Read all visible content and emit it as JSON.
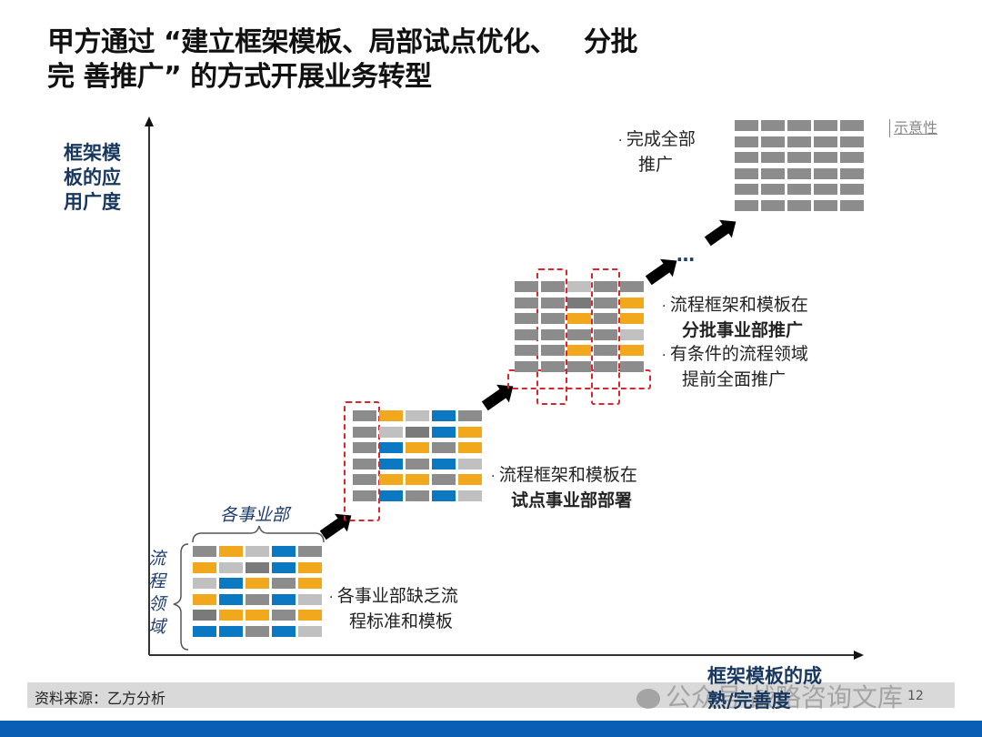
{
  "title": "甲方通过 “建立框架模板、局部试点优化、   分批\n完 善推广” 的方式开展业务转型",
  "axes": {
    "y_label": "框架模板的应用广度",
    "x_label": "框架模板的成熟/完善度"
  },
  "note": "示意性",
  "colors": {
    "dark_gray": "#8c8c8c",
    "light_gray": "#c0c0c0",
    "mid_gray": "#7a7a7a",
    "orange": "#f2a81d",
    "blue": "#0b79c1",
    "red_dash": "#d9262e",
    "axis_label": "#17375e",
    "bottom_bar": "#0a5fb4"
  },
  "stages": [
    {
      "id": "stage-1",
      "group_label_top": "各事业部",
      "group_label_left": "流程领域",
      "description": [
        "各事业部缺乏流",
        "程标准和模板"
      ],
      "grid": [
        [
          "g",
          "o",
          "l",
          "b",
          "g"
        ],
        [
          "o",
          "l",
          "m",
          "b",
          "o"
        ],
        [
          "l",
          "b",
          "o",
          "g",
          "o"
        ],
        [
          "o",
          "b",
          "g",
          "b",
          "l"
        ],
        [
          "m",
          "o",
          "o",
          "g",
          "o"
        ],
        [
          "b",
          "b",
          "g",
          "b",
          "l"
        ]
      ]
    },
    {
      "id": "stage-2",
      "description_normal": "流程框架和模板在",
      "description_bold": "试点事业部部署",
      "grid": [
        [
          "g",
          "o",
          "l",
          "b",
          "g"
        ],
        [
          "g",
          "l",
          "m",
          "b",
          "o"
        ],
        [
          "g",
          "b",
          "o",
          "g",
          "o"
        ],
        [
          "g",
          "b",
          "g",
          "b",
          "l"
        ],
        [
          "g",
          "o",
          "o",
          "g",
          "o"
        ],
        [
          "g",
          "b",
          "g",
          "b",
          "l"
        ]
      ]
    },
    {
      "id": "stage-3",
      "description_1_normal": "流程框架和模板在",
      "description_1_bold": "分批事业部推广",
      "description_2": [
        "有条件的流程领域",
        "提前全面推广"
      ],
      "ellipsis": "…",
      "grid": [
        [
          "g",
          "g",
          "l",
          "g",
          "g"
        ],
        [
          "g",
          "g",
          "m",
          "g",
          "o"
        ],
        [
          "g",
          "g",
          "o",
          "g",
          "o"
        ],
        [
          "g",
          "g",
          "g",
          "g",
          "l"
        ],
        [
          "g",
          "g",
          "o",
          "g",
          "o"
        ],
        [
          "g",
          "g",
          "g",
          "g",
          "g"
        ]
      ]
    },
    {
      "id": "stage-4",
      "description": [
        "完成全部",
        "推广"
      ],
      "grid": [
        [
          "g",
          "g",
          "g",
          "g",
          "g"
        ],
        [
          "g",
          "g",
          "g",
          "g",
          "g"
        ],
        [
          "g",
          "g",
          "g",
          "g",
          "g"
        ],
        [
          "g",
          "g",
          "g",
          "g",
          "g"
        ],
        [
          "g",
          "g",
          "g",
          "g",
          "g"
        ],
        [
          "g",
          "g",
          "g",
          "g",
          "g"
        ]
      ]
    }
  ],
  "footer": {
    "source": "资料来源：乙方分析",
    "watermark": "公众号·战略咨询文库",
    "page_number": "12"
  }
}
